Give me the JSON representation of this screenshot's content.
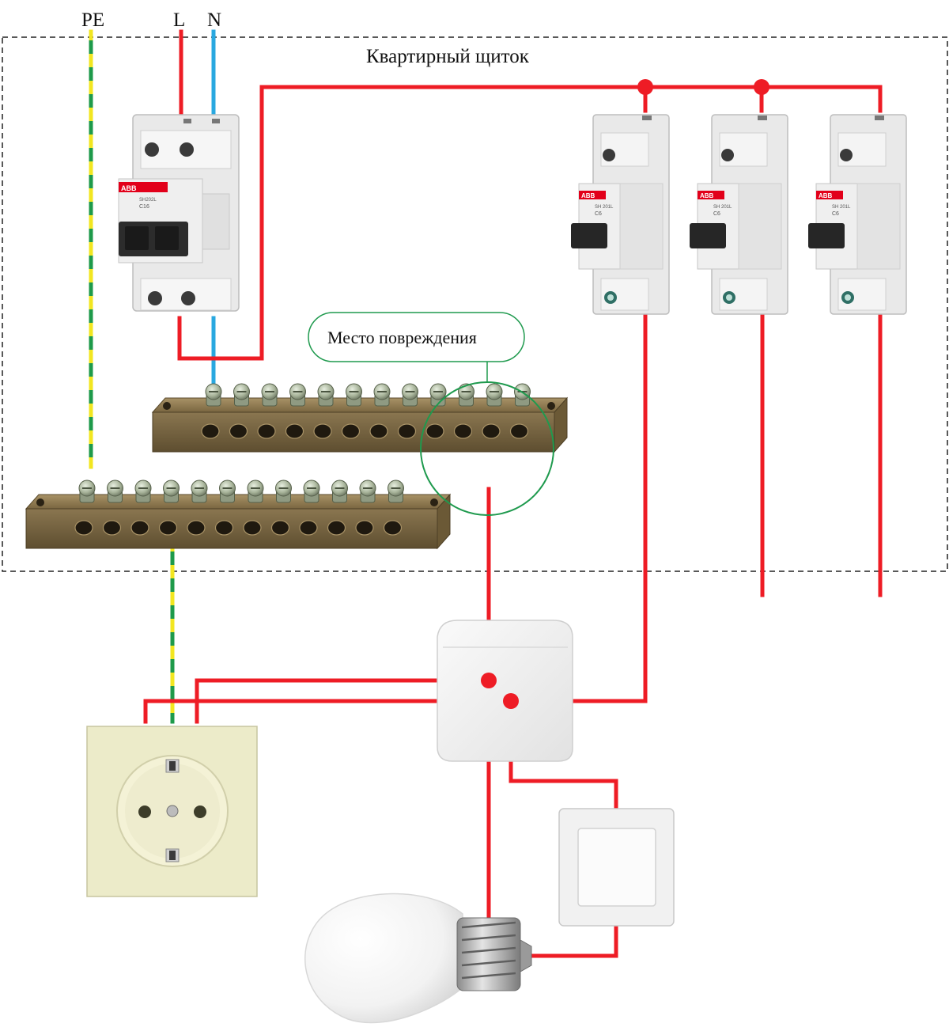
{
  "labels": {
    "pe": "PE",
    "l": "L",
    "n": "N",
    "panel_title": "Квартирный щиток",
    "damage_callout": "Место повреждения"
  },
  "breaker_markings": {
    "brand": "ABB",
    "main_model": "SH202L",
    "main_rating": "C16",
    "branch_model": "SH 201L",
    "branch_rating": "C6"
  },
  "colors": {
    "phase": "#ee1c25",
    "neutral": "#29a8e0",
    "earth_yellow": "#f2e620",
    "earth_green": "#1e9a4a",
    "damage_circle": "#1f9a4e",
    "panel_border": "#222222",
    "brass": "#7d6a44",
    "breaker_body": "#e6e6e6",
    "abb_red": "#e2001a"
  },
  "components": {
    "main_breaker": "double-pole-breaker",
    "branch_breakers": [
      "branch-breaker",
      "branch-breaker",
      "branch-breaker"
    ],
    "bus_bars": [
      "neutral-bus-bar",
      "earth-bus-bar"
    ],
    "junction_box": "junction-box",
    "socket": "schuko-socket",
    "switch": "light-switch",
    "lamp": "led-bulb"
  }
}
